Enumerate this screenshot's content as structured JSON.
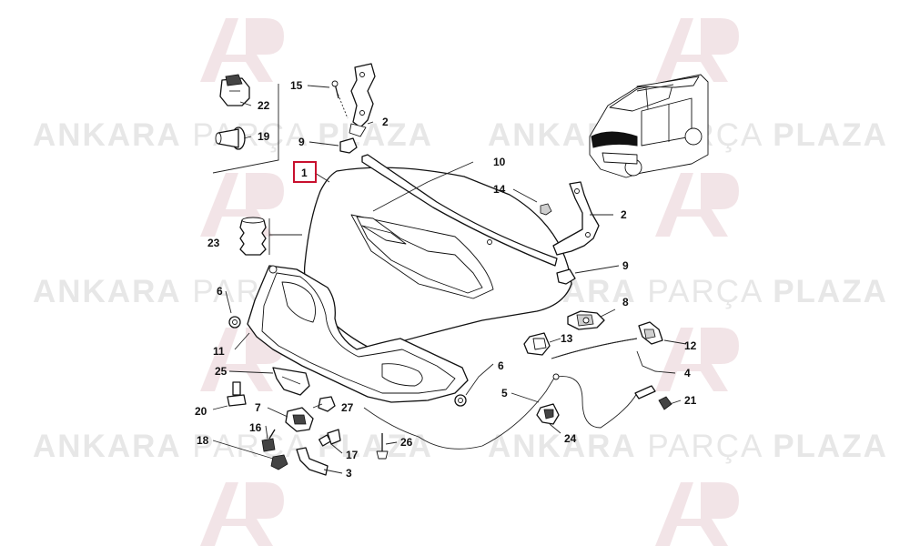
{
  "watermark": {
    "left": "ANKARA",
    "mid": "PARÇA",
    "right": "PLAZA"
  },
  "callouts": [
    {
      "id": "1",
      "label": "1",
      "highlighted": true
    },
    {
      "id": "2a",
      "label": "2"
    },
    {
      "id": "2b",
      "label": "2"
    },
    {
      "id": "3",
      "label": "3"
    },
    {
      "id": "4",
      "label": "4"
    },
    {
      "id": "5",
      "label": "5"
    },
    {
      "id": "6a",
      "label": "6"
    },
    {
      "id": "6b",
      "label": "6"
    },
    {
      "id": "7",
      "label": "7"
    },
    {
      "id": "8",
      "label": "8"
    },
    {
      "id": "9a",
      "label": "9"
    },
    {
      "id": "9b",
      "label": "9"
    },
    {
      "id": "10",
      "label": "10"
    },
    {
      "id": "11",
      "label": "11"
    },
    {
      "id": "12",
      "label": "12"
    },
    {
      "id": "13",
      "label": "13"
    },
    {
      "id": "14",
      "label": "14"
    },
    {
      "id": "15",
      "label": "15"
    },
    {
      "id": "16",
      "label": "16"
    },
    {
      "id": "17",
      "label": "17"
    },
    {
      "id": "18",
      "label": "18"
    },
    {
      "id": "19",
      "label": "19"
    },
    {
      "id": "20",
      "label": "20"
    },
    {
      "id": "21",
      "label": "21"
    },
    {
      "id": "22",
      "label": "22"
    },
    {
      "id": "23",
      "label": "23"
    },
    {
      "id": "24",
      "label": "24"
    },
    {
      "id": "25",
      "label": "25"
    },
    {
      "id": "26",
      "label": "26"
    },
    {
      "id": "27",
      "label": "27"
    }
  ],
  "colors": {
    "highlight_box": "#c8102e",
    "watermark_logo": "#e6c9cf",
    "watermark_text": "#d4d4d4"
  }
}
